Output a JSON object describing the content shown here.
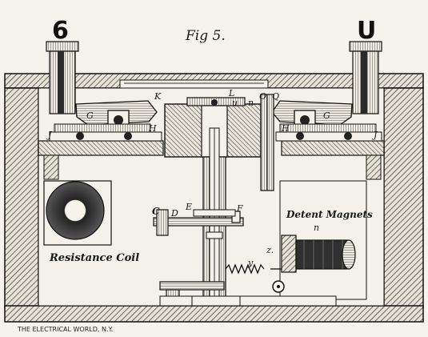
{
  "figure": {
    "title": "Fig 5.",
    "credit": "THE ELECTRICAL WORLD, N.Y."
  },
  "terminals": {
    "left": "6",
    "right": "U"
  },
  "components": {
    "resistance_coil": "Resistance Coil",
    "detent_magnets": "Detent Magnets"
  },
  "letters": {
    "K": "K",
    "L": "L",
    "O": "O",
    "Q": "Q",
    "u": "u",
    "n_mark": "n",
    "G_left": "G",
    "G_right": "G",
    "J_left": "J",
    "J_right": "J",
    "H_left": "H",
    "H_right": "H",
    "C": "C",
    "D": "D",
    "E": "E",
    "F": "F",
    "z": "z.",
    "y": "y",
    "n": "n"
  }
}
